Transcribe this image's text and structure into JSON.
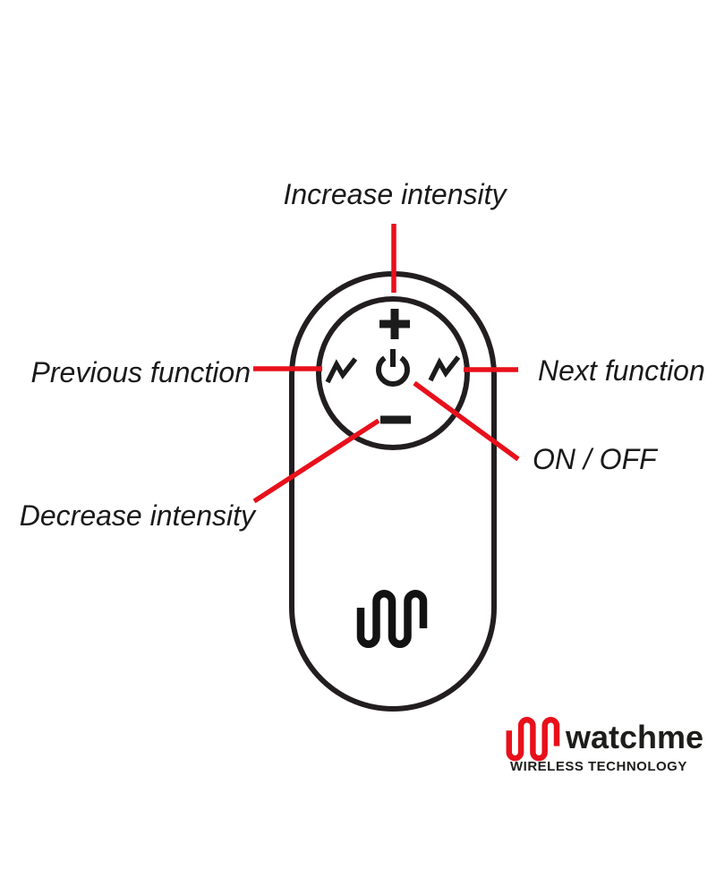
{
  "diagram": {
    "title_hint": "remote-control-instruction-diagram",
    "labels": {
      "increase": "Increase intensity",
      "previous": "Previous function",
      "next": "Next function",
      "on_off": "ON / OFF",
      "decrease": "Decrease intensity"
    },
    "remote": {
      "icons": [
        "plus-icon",
        "minus-icon",
        "power-icon",
        "wave-previous-icon",
        "wave-next-icon",
        "brand-mark-icon"
      ]
    },
    "callouts": [
      "increase-callout-line",
      "previous-callout-line",
      "next-callout-line",
      "onoff-callout-line",
      "decrease-callout-line"
    ]
  },
  "brand": {
    "name": "watchme",
    "tagline": "WIRELESS TECHNOLOGY"
  },
  "colors": {
    "accent_red": "#e8101b",
    "outline_black": "#221e20",
    "text_black": "#1a1a1a",
    "brand_black": "#1d1d1b"
  }
}
